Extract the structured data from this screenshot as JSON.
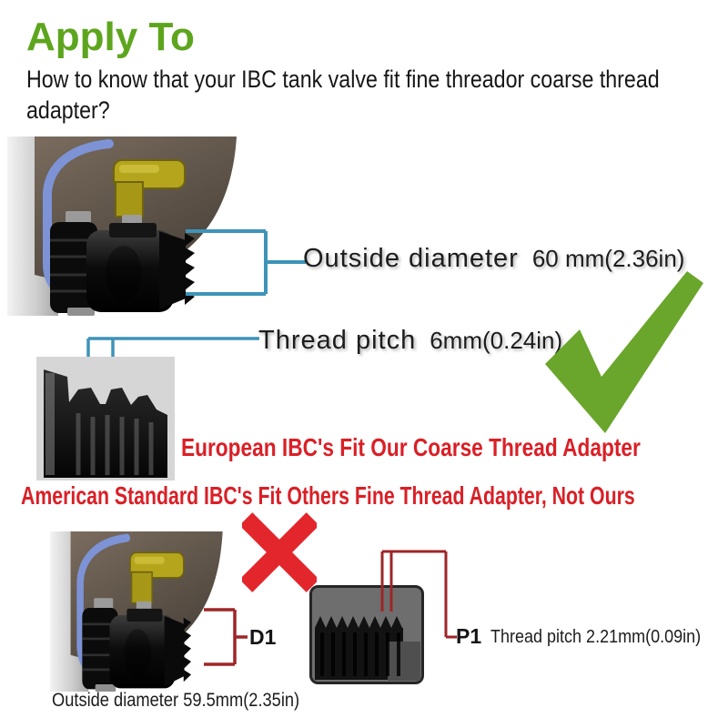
{
  "colors": {
    "heading_green": "#5ea51e",
    "check_green": "#69a62b",
    "callout_blue": "#3e93b8",
    "tube_blue": "#7d93d6",
    "red_text": "#da1f26",
    "red_x": "#e2262b",
    "dark_red_callout": "#9e2527",
    "text_black": "#1a1a1a"
  },
  "header": {
    "title": "Apply To",
    "question": "How to know that your IBC tank valve fit fine threador coarse thread adapter?"
  },
  "coarse_annotations": {
    "outside_diameter_label": "Outside diameter",
    "outside_diameter_value": "60 mm(2.36in)",
    "thread_pitch_label": "Thread pitch",
    "thread_pitch_value": "6mm(0.24in)"
  },
  "verdict_lines": {
    "european": "European IBC's Fit Our Coarse Thread Adapter",
    "american": "American Standard IBC's Fit Others Fine Thread Adapter, Not Ours"
  },
  "fine_annotations": {
    "d1_label": "D1",
    "p1_label": "P1",
    "thread_pitch_text": "Thread pitch 2.21mm(0.09in)",
    "outside_diameter_text": "Outside diameter 59.5mm(2.35in)"
  },
  "icons": {
    "checkmark": "✓",
    "cross": "✗"
  }
}
